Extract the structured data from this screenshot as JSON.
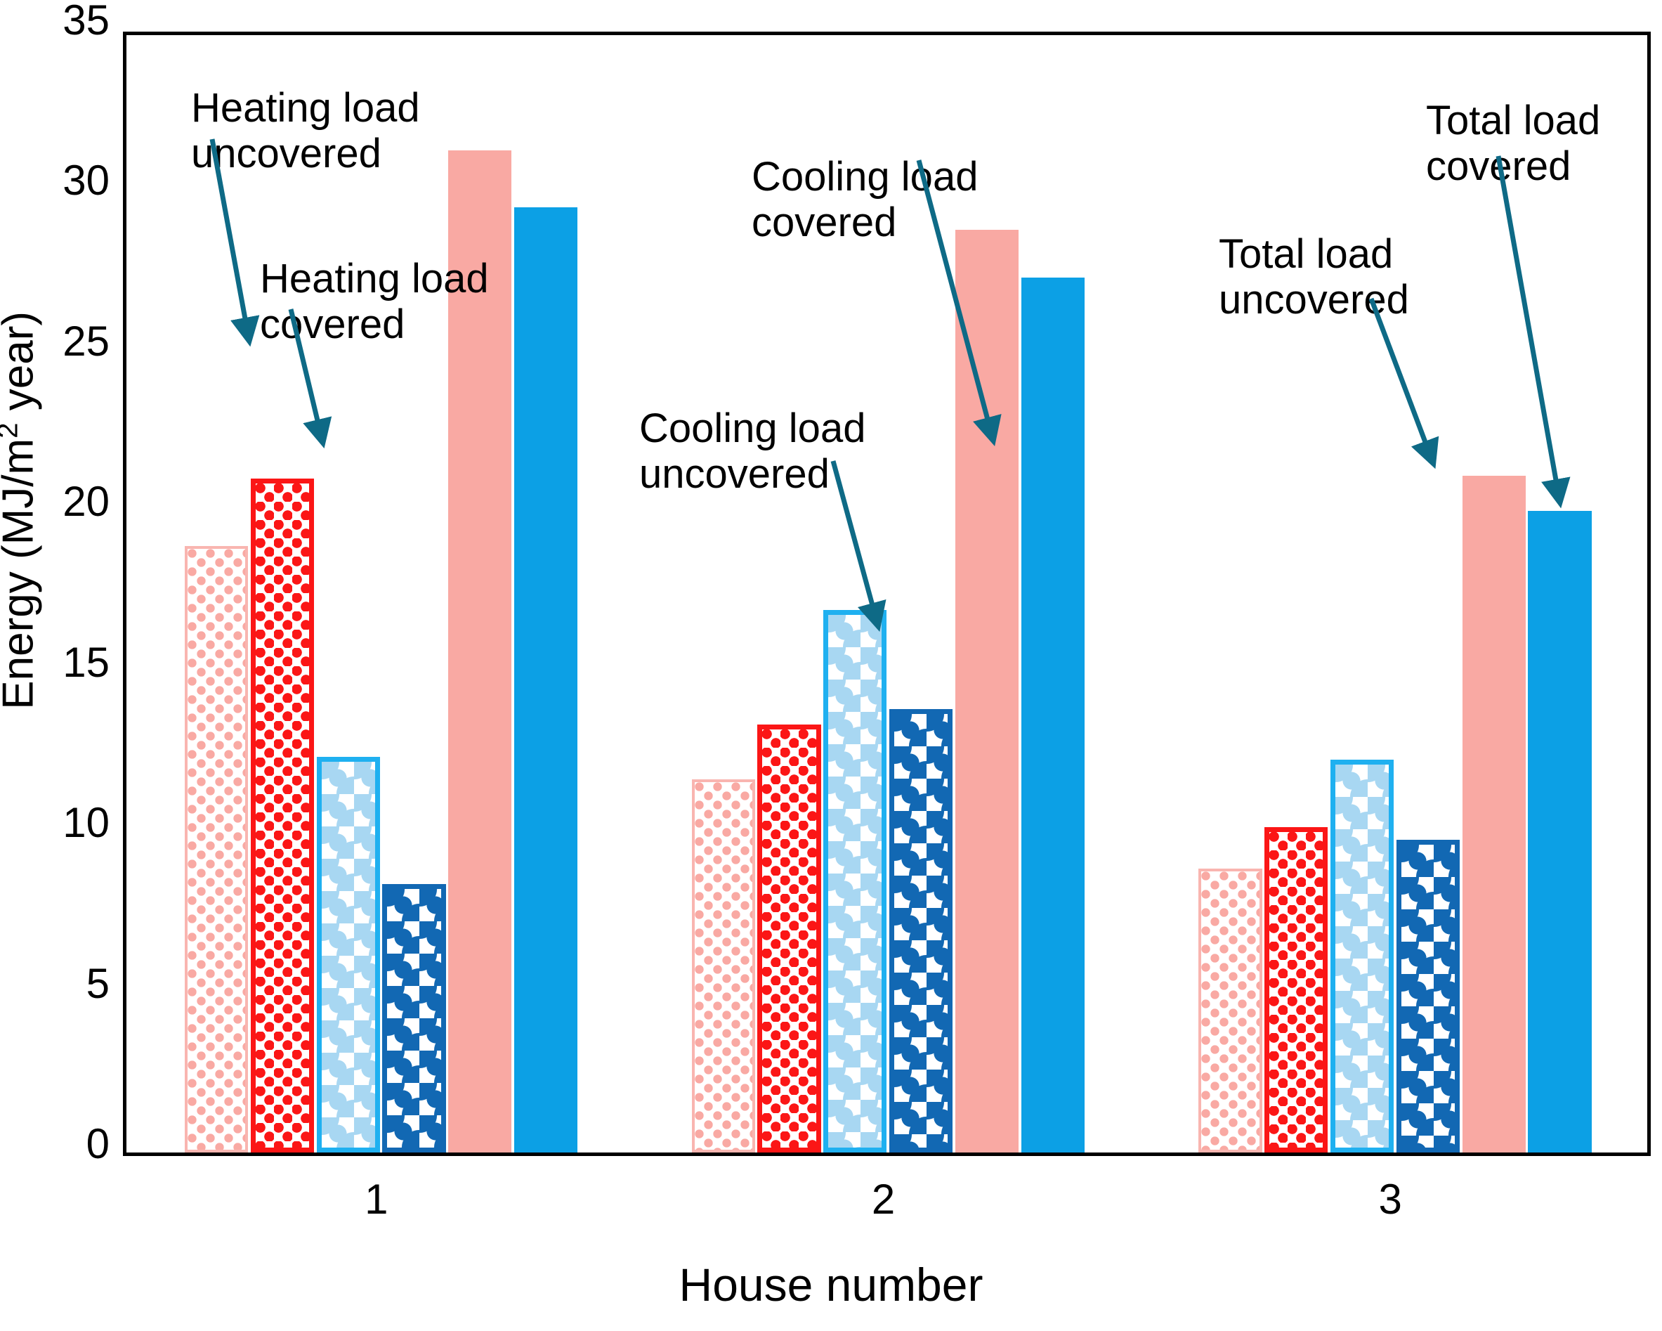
{
  "chart_data": {
    "type": "bar",
    "title": "",
    "xlabel": "House number",
    "ylabel": "Energy  (MJ/m² year)",
    "ylabel_parts": {
      "pre": "Energy  (MJ/m",
      "sup": "2",
      "post": " year)"
    },
    "categories": [
      "1",
      "2",
      "3"
    ],
    "yticks": [
      0,
      5,
      10,
      15,
      20,
      25,
      30,
      35
    ],
    "ylim": [
      0,
      35
    ],
    "grid": false,
    "legend_position": "annotations",
    "series": [
      {
        "name": "Heating load uncovered",
        "color": "#f9a9a3",
        "pattern": "light-dotted",
        "values": [
          19.0,
          11.7,
          8.9
        ]
      },
      {
        "name": "Heating load covered",
        "color": "#fb1616",
        "pattern": "dotted",
        "values": [
          21.1,
          13.4,
          10.2
        ]
      },
      {
        "name": "Cooling load uncovered",
        "color": "#a8d7f2",
        "pattern": "light-circles",
        "values": [
          12.4,
          17.0,
          12.3
        ]
      },
      {
        "name": "Cooling load covered",
        "color": "#1268b3",
        "pattern": "circles",
        "values": [
          8.4,
          13.9,
          9.8
        ]
      },
      {
        "name": "Total load uncovered",
        "color": "#f9a9a3",
        "pattern": "solid",
        "values": [
          31.4,
          28.9,
          21.2
        ]
      },
      {
        "name": "Total load covered",
        "color": "#0ca0e5",
        "pattern": "solid",
        "values": [
          29.6,
          27.4,
          20.1
        ]
      }
    ],
    "annotations": [
      {
        "id": "heating-load-uncovered",
        "text": "Heating load\nuncovered"
      },
      {
        "id": "heating-load-covered",
        "text": "Heating load\ncovered"
      },
      {
        "id": "cooling-load-covered",
        "text": "Cooling load\ncovered"
      },
      {
        "id": "cooling-load-uncovered",
        "text": "Cooling load\nuncovered"
      },
      {
        "id": "total-load-uncovered",
        "text": "Total load\nuncovered"
      },
      {
        "id": "total-load-covered",
        "text": "Total load\ncovered"
      }
    ],
    "annotation_color": "#0e6a86"
  },
  "axis": {
    "y_tick_labels": [
      "35",
      "30",
      "25",
      "20",
      "15",
      "10",
      "5",
      "0"
    ],
    "x_tick_labels": [
      "1",
      "2",
      "3"
    ]
  }
}
